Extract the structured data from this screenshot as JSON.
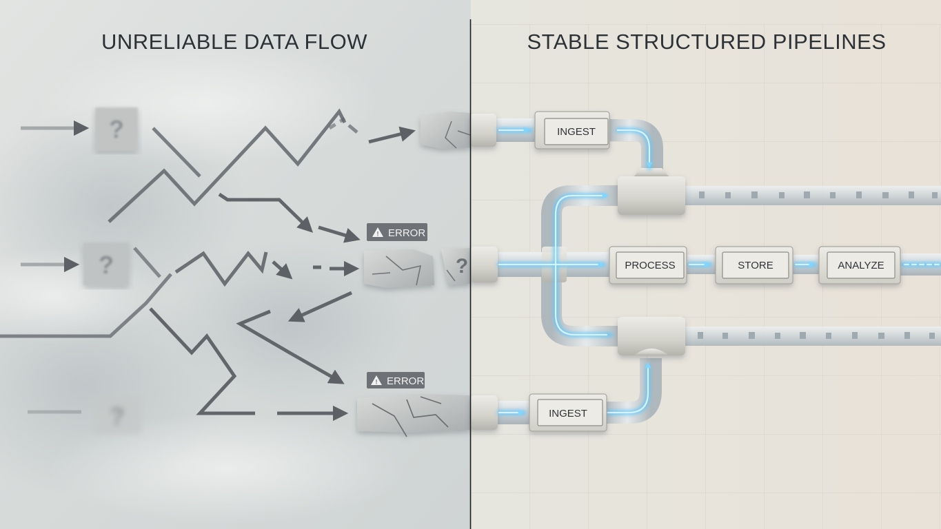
{
  "panels": {
    "left": {
      "title": "UNRELIABLE DATA FLOW",
      "unknown_glyph": "?",
      "errors": [
        {
          "label": "ERROR",
          "icon": "warning-icon"
        },
        {
          "label": "ERROR",
          "icon": "warning-icon"
        }
      ]
    },
    "right": {
      "title": "STABLE STRUCTURED PIPELINES",
      "stages": {
        "ingest_top": "INGEST",
        "process": "PROCESS",
        "store": "STORE",
        "analyze": "ANALYZE",
        "ingest_bottom": "INGEST"
      }
    }
  },
  "colors": {
    "left_background": "#d9dcdb",
    "right_background": "#e7e4dc",
    "flow_glow": "#58c8ff",
    "error_badge": "#6e7276",
    "pipe": "#cdd3d6",
    "divider": "#1c1f22"
  }
}
